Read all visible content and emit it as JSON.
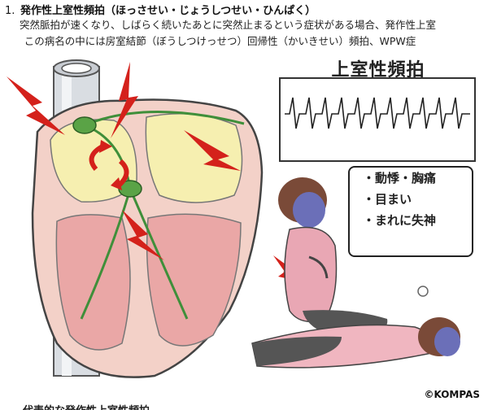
{
  "heading": {
    "number": "1.",
    "title": "発作性上室性頻拍（ほっさせい・じょうしつせい・ひんぱく）"
  },
  "description": {
    "line1": "突然脈拍が速くなり、しばらく続いたあとに突然止まるという症状がある場合、発作性上室",
    "line2": "す。この病名の中には房室結節（ぼうしつけっせつ）回帰性（かいきせい）頻拍、WPW症"
  },
  "illustration": {
    "ecg_title": "上室性頻拍",
    "symptoms": [
      "・動悸・胸痛",
      "・目まい",
      "・まれに失神"
    ],
    "copyright": "©KOMPAS"
  },
  "next_heading_partial": "代表的な発作性上室性頻拍"
}
